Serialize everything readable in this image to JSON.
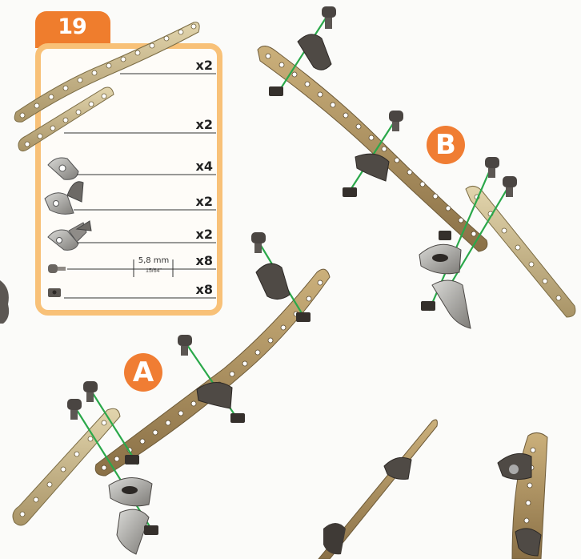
{
  "step": {
    "number": "19"
  },
  "parts": [
    {
      "name": "long-curved-strip",
      "qty": "x2"
    },
    {
      "name": "short-strip",
      "qty": "x2"
    },
    {
      "name": "flat-bracket",
      "qty": "x4"
    },
    {
      "name": "angle-bracket",
      "qty": "x2"
    },
    {
      "name": "double-bracket",
      "qty": "x2"
    },
    {
      "name": "screw",
      "qty": "x8",
      "dimension": "5,8 mm",
      "dimension_inch": "15/64\""
    },
    {
      "name": "nut",
      "qty": "x8"
    }
  ],
  "assemblies": [
    {
      "label": "A"
    },
    {
      "label": "B"
    }
  ],
  "colors": {
    "step_tab": "#ef7d2d",
    "panel_border": "#f8c178",
    "badge": "#f07d33",
    "strip_gold": "#c9b98c",
    "strip_bronze": "#b59b6a",
    "axis_green": "#2aa84a",
    "hardware_dark": "#3f3a36"
  }
}
